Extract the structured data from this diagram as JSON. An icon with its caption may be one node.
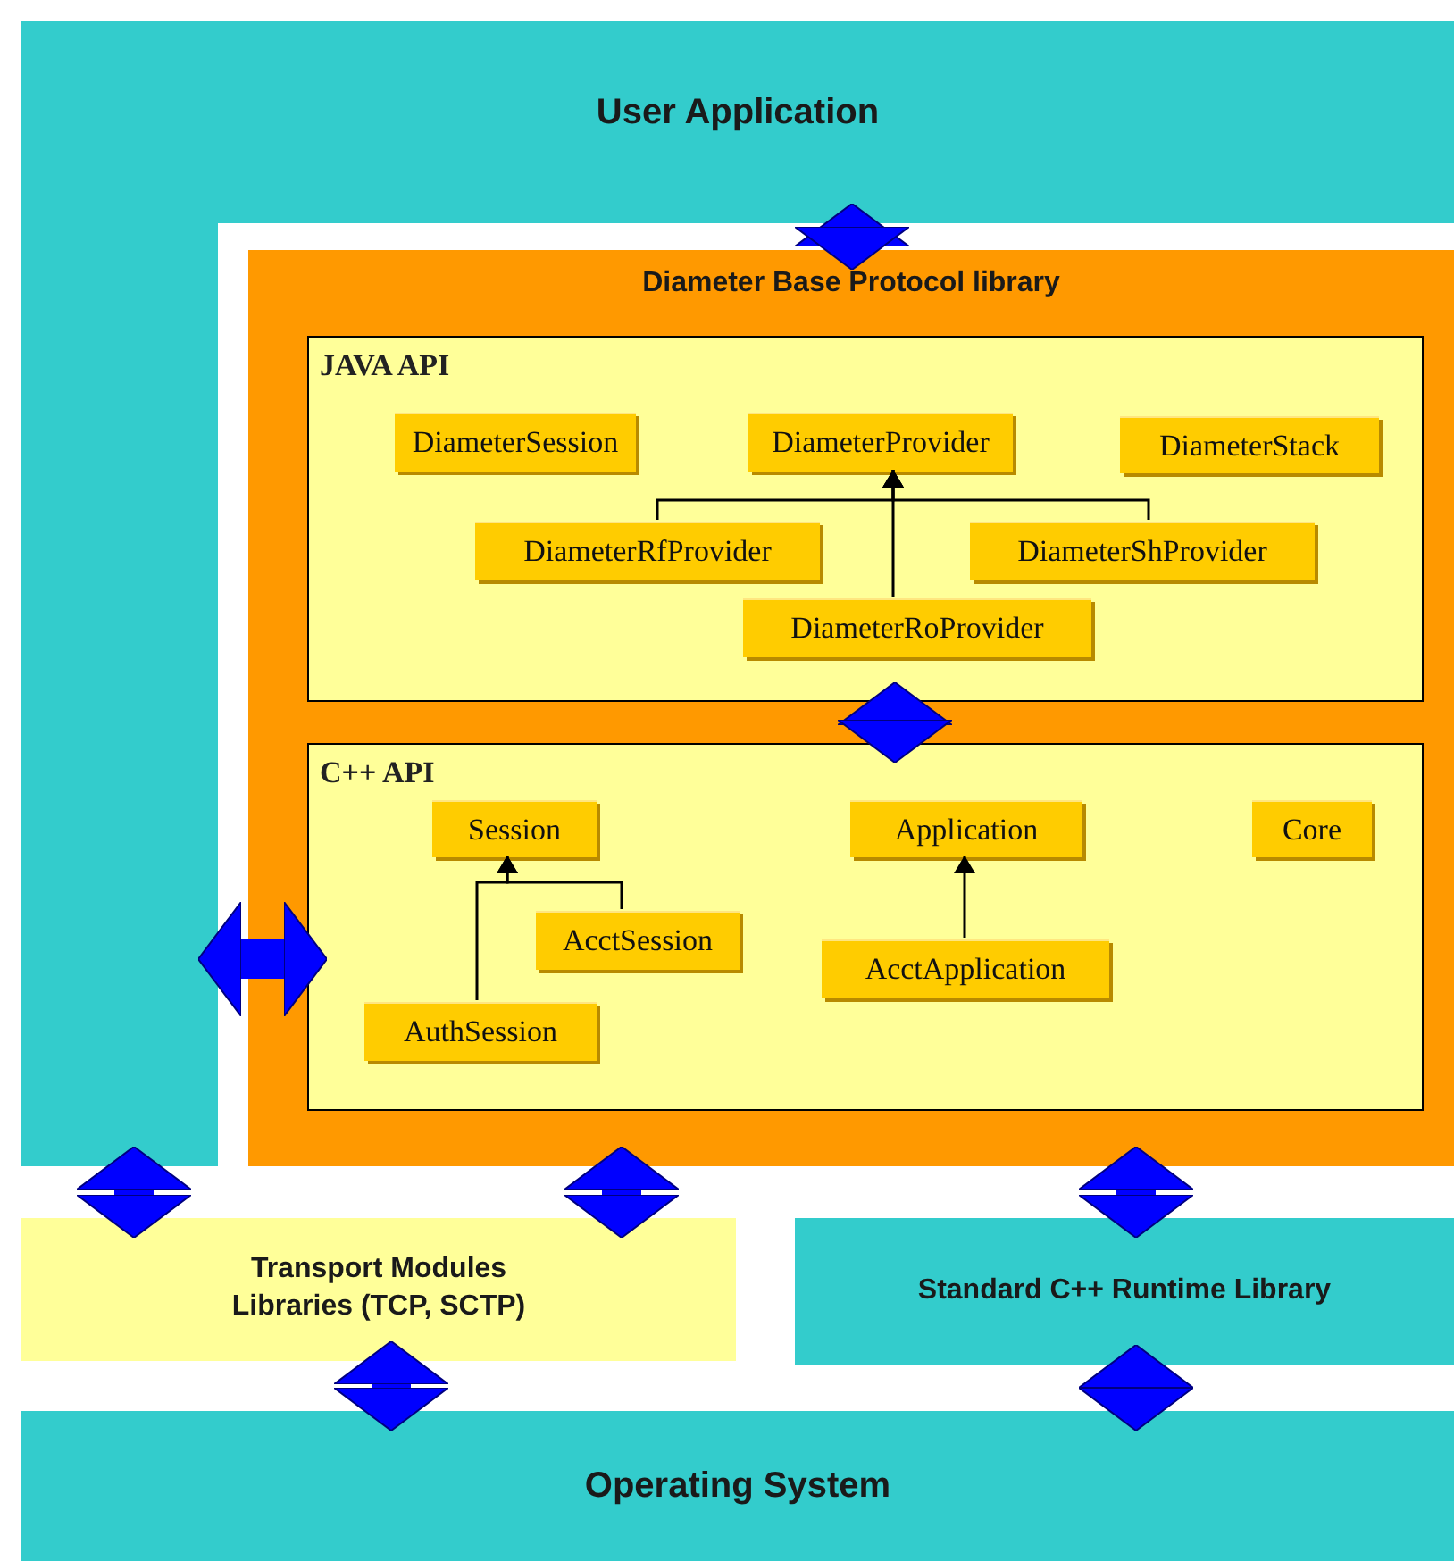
{
  "diagram": {
    "nodes": [
      {
        "text": [
          "User Application"
        ]
      },
      {
        "text": [
          "Diameter Base Protocol library"
        ]
      },
      {
        "text": [
          "JAVA API"
        ],
        "in": 1
      },
      {
        "text": [
          "DiameterSession"
        ],
        "in": 2
      },
      {
        "text": [
          "DiameterProvider"
        ],
        "in": 2
      },
      {
        "text": [
          "DiameterStack"
        ],
        "in": 2
      },
      {
        "text": [
          "DiameterRfProvider"
        ],
        "in": 2
      },
      {
        "text": [
          "DiameterShProvider"
        ],
        "in": 2
      },
      {
        "text": [
          "DiameterRoProvider"
        ],
        "in": 2
      },
      {
        "text": [
          "C++ API"
        ],
        "in": 1
      },
      {
        "text": [
          "Session"
        ],
        "in": 9
      },
      {
        "text": [
          "Application"
        ],
        "in": 9
      },
      {
        "text": [
          "Core"
        ],
        "in": 9
      },
      {
        "text": [
          "AcctSession"
        ],
        "in": 9
      },
      {
        "text": [
          "AcctApplication"
        ],
        "in": 9
      },
      {
        "text": [
          "AuthSession"
        ],
        "in": 9
      },
      {
        "text": [
          "Transport Modules Libraries (TCP, SCTP)"
        ]
      },
      {
        "text": [
          "Standard C++ Runtime Library"
        ]
      },
      {
        "text": [
          "Operating System"
        ]
      }
    ],
    "edges": [
      {
        "from": 0,
        "to": 1,
        "arrow": "both"
      },
      {
        "from": 2,
        "to": 9,
        "arrow": "both"
      },
      {
        "from": 0,
        "to": 9,
        "arrow": "both"
      },
      {
        "from": 0,
        "to": 16,
        "arrow": "both"
      },
      {
        "from": 1,
        "to": 16,
        "arrow": "both"
      },
      {
        "from": 1,
        "to": 17,
        "arrow": "both"
      },
      {
        "from": 16,
        "to": 18,
        "arrow": "both"
      },
      {
        "from": 17,
        "to": 18,
        "arrow": "both"
      },
      {
        "from": 6,
        "to": 4,
        "arrow": "to",
        "color": "#000000"
      },
      {
        "from": 7,
        "to": 4,
        "arrow": "to",
        "color": "#000000"
      },
      {
        "from": 8,
        "to": 4,
        "arrow": "to",
        "color": "#000000"
      },
      {
        "from": 13,
        "to": 10,
        "arrow": "to",
        "color": "#000000"
      },
      {
        "from": 15,
        "to": 10,
        "arrow": "to",
        "color": "#000000"
      },
      {
        "from": 14,
        "to": 11,
        "arrow": "to",
        "color": "#000000"
      }
    ]
  }
}
